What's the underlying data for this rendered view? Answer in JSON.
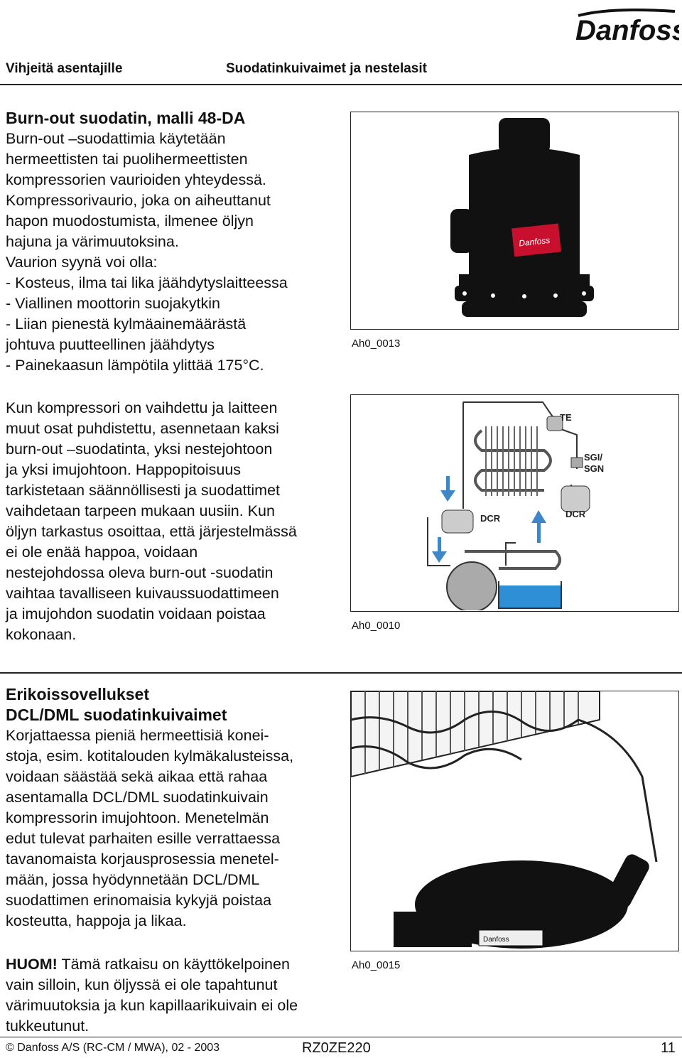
{
  "header": {
    "left": "Vihjeitä asentajille",
    "center": "Suodatinkuivaimet ja nestelasit",
    "brand": "Danfoss"
  },
  "section1": {
    "title": "Burn-out suodatin, malli 48-DA",
    "lines": [
      "Burn-out –suodattimia käytetään",
      "hermeettisten tai puolihermeettisten",
      "kompressorien vaurioiden yhteydessä.",
      "Kompressorivaurio, joka on aiheuttanut",
      "hapon muodostumista, ilmenee öljyn",
      "hajuna ja värimuutoksina.",
      "Vaurion syynä voi olla:",
      "- Kosteus, ilma tai lika jäähdytyslaitteessa",
      "- Viallinen moottorin suojakytkin",
      "- Liian pienestä kylmäainemäärästä",
      "johtuva puutteellinen jäähdytys",
      "- Painekaasun lämpötila ylittää 175°C."
    ],
    "figure_caption": "Ah0_0013"
  },
  "section2": {
    "lines": [
      "Kun kompressori on vaihdettu ja laitteen",
      "muut osat puhdistettu, asennetaan kaksi",
      "burn-out –suodatinta, yksi nestejohtoon",
      "ja yksi imujohtoon. Happopitoisuus",
      "tarkistetaan säännöllisesti ja suodattimet",
      "vaihdetaan tarpeen mukaan uusiin. Kun",
      "öljyn tarkastus osoittaa, että järjestelmässä",
      "ei ole enää happoa, voidaan",
      "nestejohdossa oleva burn-out -suodatin",
      "vaihtaa tavalliseen kuivaussuodattimeen",
      "ja imujohdon suodatin voidaan poistaa",
      "kokonaan."
    ],
    "figure_caption": "Ah0_0010",
    "diagram_labels": {
      "te": "TE",
      "sgi1": "SGI/",
      "sgi2": "SGN",
      "dcr_left": "DCR",
      "dcr_right": "DCR"
    }
  },
  "section3": {
    "title1": "Erikoissovellukset",
    "title2": "DCL/DML suodatinkuivaimet",
    "lines": [
      "Korjattaessa pieniä hermeettisiä konei-",
      "stoja, esim. kotitalouden kylmäkalusteissa,",
      "voidaan säästää sekä aikaa että rahaa",
      "asentamalla DCL/DML suodatinkuivain",
      "kompressorin imujohtoon. Menetelmän",
      "edut tulevat parhaiten esille verrattaessa",
      "tavanomaista korjausprosessia menetel-",
      "mään, jossa hyödynnetään DCL/DML",
      "suodattimen erinomaisia kykyjä poistaa",
      "kosteutta, happoja ja likaa."
    ],
    "note_bold": "HUOM!",
    "note_first": " Tämä ratkaisu on käyttökelpoinen",
    "note_lines": [
      "vain silloin, kun öljyssä ei ole tapahtunut",
      "värimuutoksia ja kun kapillaarikuivain ei ole",
      "tukkeutunut."
    ],
    "figure_caption": "Ah0_0015"
  },
  "footer": {
    "copyright": "© Danfoss A/S  (RC-CM / MWA), 02 - 2003",
    "code": "RZ0ZE220",
    "page": "11"
  },
  "colors": {
    "accent_red": "#c8102e",
    "arrow_blue": "#3f86c9",
    "liquid_blue": "#2f8fd6"
  }
}
